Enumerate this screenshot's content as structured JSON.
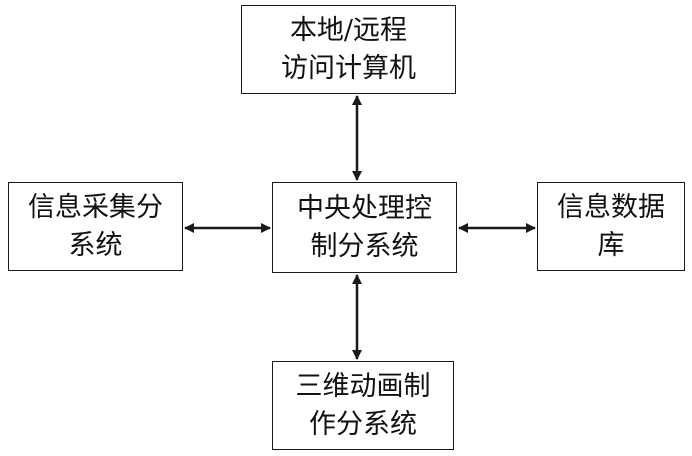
{
  "nodes": {
    "top": {
      "lines": [
        "本地/远程",
        "访问计算机"
      ]
    },
    "center": {
      "lines": [
        "中央处理控",
        "制分系统"
      ]
    },
    "left": {
      "lines": [
        "信息采集分",
        "系统"
      ]
    },
    "right": {
      "lines": [
        "信息数据",
        "库"
      ]
    },
    "bottom": {
      "lines": [
        "三维动画制",
        "作分系统"
      ]
    }
  },
  "edges": [
    {
      "from": "center",
      "to": "top",
      "direction": "bidirectional"
    },
    {
      "from": "center",
      "to": "left",
      "direction": "bidirectional"
    },
    {
      "from": "center",
      "to": "right",
      "direction": "bidirectional"
    },
    {
      "from": "center",
      "to": "bottom",
      "direction": "bidirectional"
    }
  ],
  "colors": {
    "line": "#1a1a1a",
    "text": "#111111",
    "background": "#ffffff"
  }
}
